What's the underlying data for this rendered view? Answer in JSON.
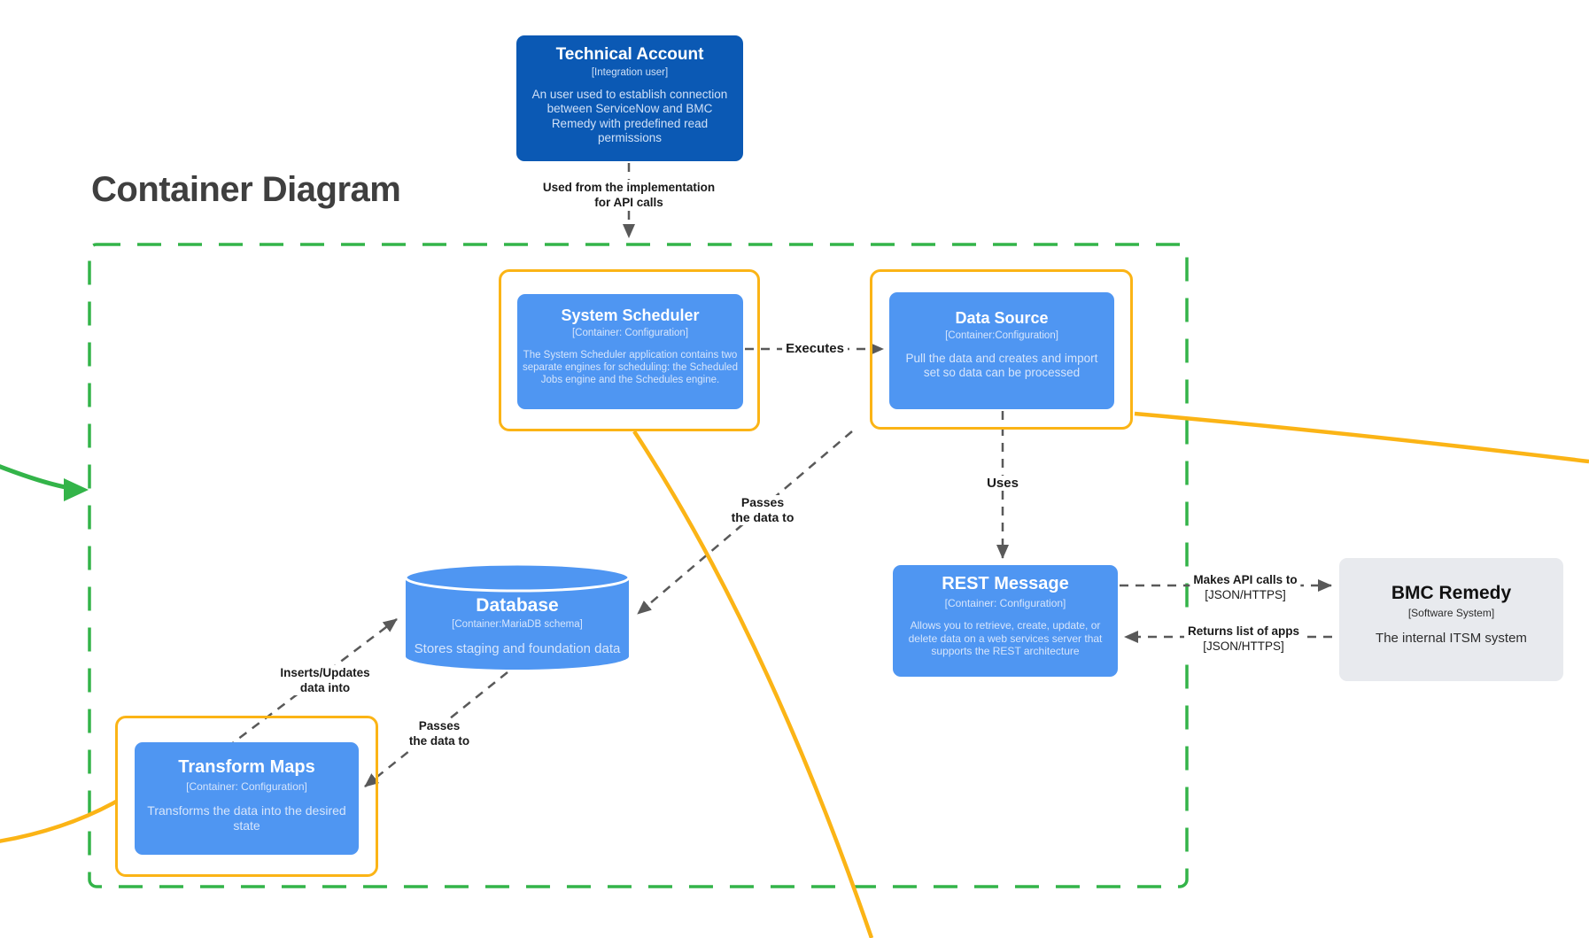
{
  "title": "Container Diagram",
  "nodes": {
    "technical_account": {
      "title": "Technical Account",
      "subtitle": "[Integration user]",
      "body": "An user used to establish connection between ServiceNow and BMC Remedy with predefined read permissions"
    },
    "system_scheduler": {
      "title": "System Scheduler",
      "subtitle": "[Container: Configuration]",
      "body": "The System Scheduler application contains two separate engines for scheduling: the Scheduled Jobs engine and the Schedules engine."
    },
    "data_source": {
      "title": "Data Source",
      "subtitle": "[Container:Configuration]",
      "body": "Pull the data and creates and import set so data can be processed"
    },
    "database": {
      "title": "Database",
      "subtitle": "[Container:MariaDB schema]",
      "body": "Stores staging and foundation data"
    },
    "rest_message": {
      "title": "REST Message",
      "subtitle": "[Container: Configuration]",
      "body": "Allows you to retrieve, create, update, or delete data on a web services server that supports the REST architecture"
    },
    "bmc_remedy": {
      "title": "BMC Remedy",
      "subtitle": "[Software System]",
      "body": "The internal ITSM system"
    },
    "transform_maps": {
      "title": "Transform Maps",
      "subtitle": "[Container: Configuration]",
      "body": "Transforms the data into the desired state"
    }
  },
  "edges": {
    "used_from": {
      "line1": "Used from the implementation",
      "line2": "for API calls"
    },
    "executes": {
      "label": "Executes"
    },
    "uses": {
      "label": "Uses"
    },
    "passes_data_upper": {
      "line1": "Passes",
      "line2": "the data to"
    },
    "inserts_updates": {
      "line1": "Inserts/Updates",
      "line2": "data into"
    },
    "passes_data_lower": {
      "line1": "Passes",
      "line2": "the data to"
    },
    "makes_api_calls": {
      "line1": "Makes API calls to",
      "line2": "[JSON/HTTPS]"
    },
    "returns_apps": {
      "line1": "Returns list of apps",
      "line2": "[JSON/HTTPS]"
    }
  },
  "colors": {
    "container_blue": "#4f96f2",
    "person_blue": "#0b59b4",
    "group_yellow": "#fbb416",
    "boundary_green": "#33b449",
    "external_gray": "#e8eaee",
    "connector_gray": "#595959"
  }
}
